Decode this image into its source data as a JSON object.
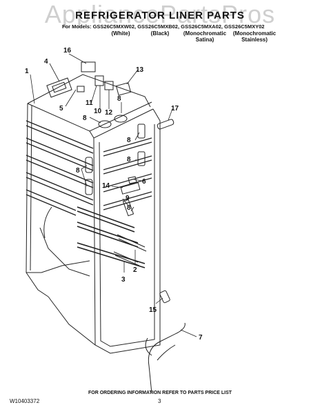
{
  "watermark": "AppliancePartsPros",
  "header": {
    "title": "REFRIGERATOR LINER PARTS",
    "models": "For Models: GSS26C5MXW02, GSS26C5MXB02, GSS26C5MXA02, GSS26C5MXY02",
    "variants": [
      {
        "label": "(White)"
      },
      {
        "label": "(Black)"
      },
      {
        "label": "(Monochromatic Satina)"
      },
      {
        "label": "(Monochromatic Stainless)"
      }
    ]
  },
  "callouts": {
    "c1": "1",
    "c2": "2",
    "c3": "3",
    "c4": "4",
    "c5": "5",
    "c6": "6",
    "c7": "7",
    "c8a": "8",
    "c8b": "8",
    "c8c": "8",
    "c8d": "8",
    "c8e": "8",
    "c8f": "8",
    "c9": "9",
    "c10": "10",
    "c11": "11",
    "c12": "12",
    "c13": "13",
    "c14": "14",
    "c15": "15",
    "c16": "16",
    "c17": "17"
  },
  "footer": {
    "note": "FOR ORDERING INFORMATION REFER TO PARTS PRICE LIST",
    "doc_number": "W10403372",
    "page_number": "3"
  }
}
